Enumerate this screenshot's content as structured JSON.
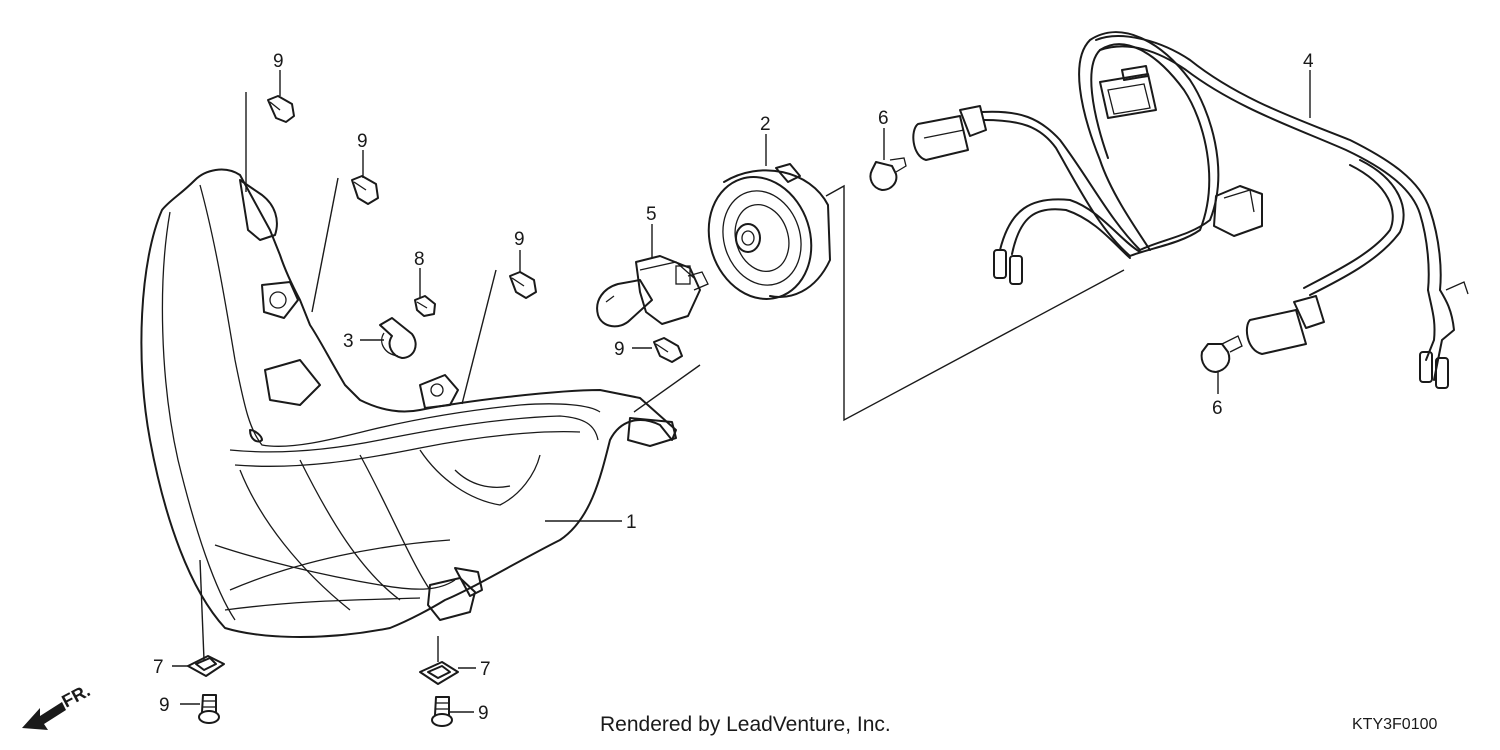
{
  "callouts": {
    "c9_top": "9",
    "c9_upper": "9",
    "c8": "8",
    "c3": "3",
    "c9_mid": "9",
    "c5": "5",
    "c9_bulb": "9",
    "c2": "2",
    "c6_top": "6",
    "c4": "4",
    "c6_bottom": "6",
    "c1": "1",
    "c7_left": "7",
    "c9_bottom_left": "9",
    "c7_right": "7",
    "c9_bottom_right": "9"
  },
  "direction_label": "FR.",
  "footer": {
    "credit": "Rendered by LeadVenture, Inc.",
    "diagram_code": "KTY3F0100"
  }
}
